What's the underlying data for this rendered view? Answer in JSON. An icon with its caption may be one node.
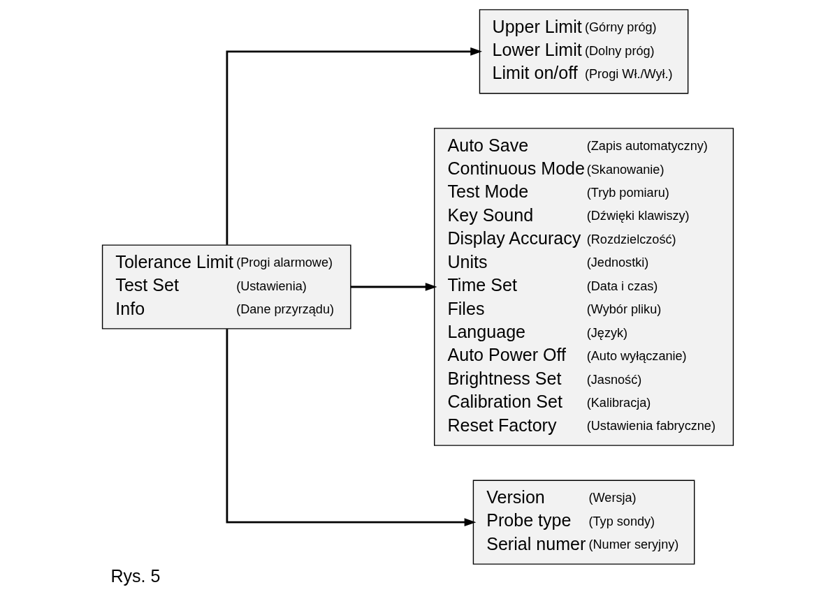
{
  "diagram": {
    "caption": "Rys. 5",
    "nodes": [
      {
        "text": [
          "Tolerance Limit",
          "(Progi alarmowe)",
          "Test Set",
          "(Ustawienia)",
          "Info",
          "(Dane przyrządu)"
        ]
      },
      {
        "text": [
          "Upper Limit",
          "(Górny próg)",
          "Lower Limit",
          "(Dolny próg)",
          "Limit on/off",
          "(Progi Wł./Wył.)"
        ]
      },
      {
        "text": [
          "Auto Save",
          "(Zapis automatyczny)",
          "Continuous Mode",
          "(Skanowanie)",
          "Test Mode",
          "(Tryb pomiaru)",
          "Key Sound",
          "(Dźwięki klawiszy)",
          "Display Accuracy",
          "(Rozdzielczość)",
          "Units",
          "(Jednostki)",
          "Time Set",
          "(Data i czas)",
          "Files",
          "(Wybór pliku)",
          "Language",
          "(Język)",
          "Auto Power Off",
          "(Auto wyłączanie)",
          "Brightness Set",
          "(Jasność)",
          "Calibration Set",
          "(Kalibracja)",
          "Reset Factory",
          "(Ustawienia fabryczne)"
        ]
      },
      {
        "text": [
          "Version",
          "(Wersja)",
          "Probe type",
          "(Typ sondy)",
          "Serial numer",
          "(Numer seryjny)"
        ]
      }
    ],
    "edges": [
      {
        "from": 0,
        "to": 1,
        "arrow": "to"
      },
      {
        "from": 0,
        "to": 2,
        "arrow": "to"
      },
      {
        "from": 0,
        "to": 3,
        "arrow": "to"
      }
    ]
  }
}
